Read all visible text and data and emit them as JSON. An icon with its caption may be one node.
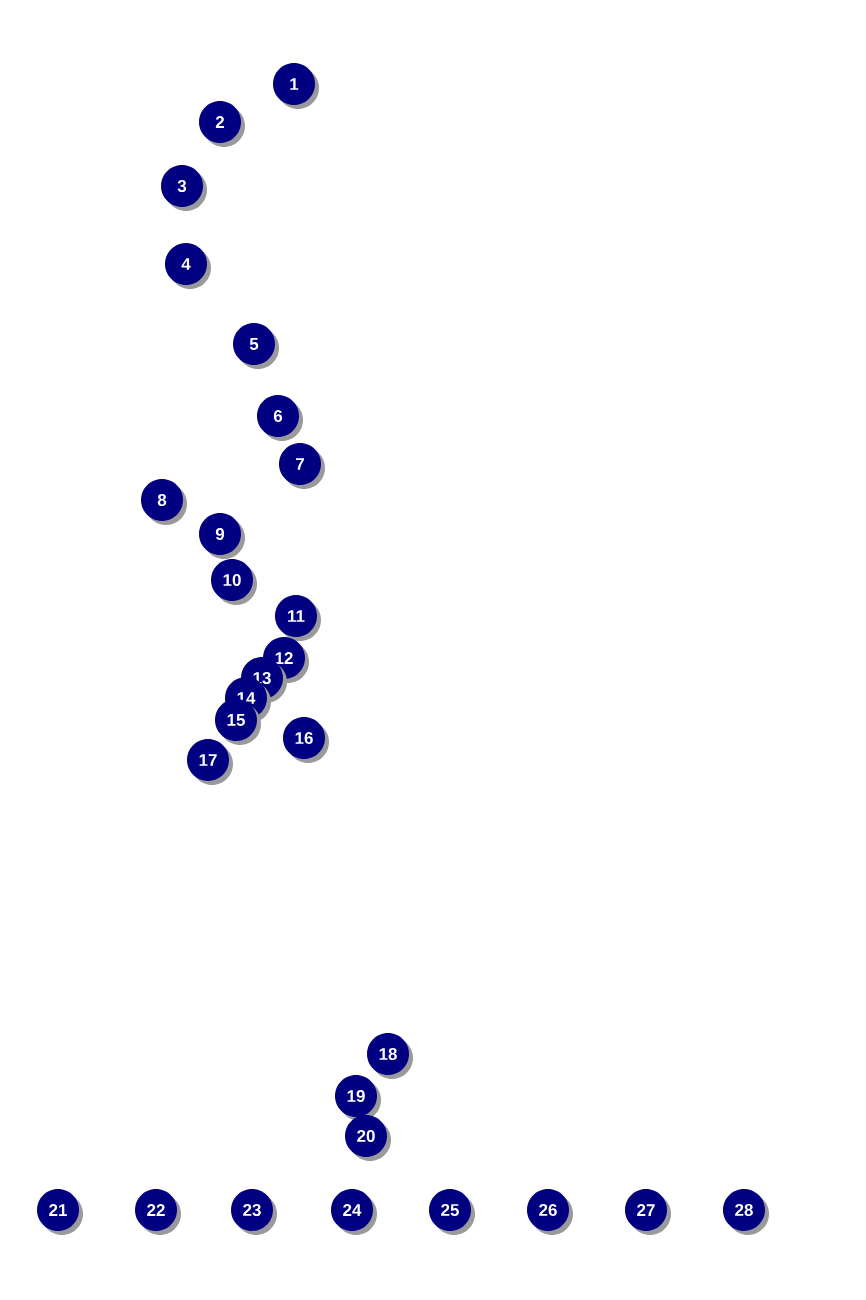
{
  "diagram": {
    "nodes": [
      {
        "text": [
          "1"
        ]
      },
      {
        "text": [
          "2"
        ]
      },
      {
        "text": [
          "3"
        ]
      },
      {
        "text": [
          "4"
        ]
      },
      {
        "text": [
          "5"
        ]
      },
      {
        "text": [
          "6"
        ]
      },
      {
        "text": [
          "7"
        ]
      },
      {
        "text": [
          "8"
        ]
      },
      {
        "text": [
          "9"
        ]
      },
      {
        "text": [
          "10"
        ]
      },
      {
        "text": [
          "11"
        ]
      },
      {
        "text": [
          "12"
        ]
      },
      {
        "text": [
          "13"
        ]
      },
      {
        "text": [
          "14"
        ]
      },
      {
        "text": [
          "15"
        ]
      },
      {
        "text": [
          "16"
        ]
      },
      {
        "text": [
          "17"
        ]
      },
      {
        "text": [
          "18"
        ]
      },
      {
        "text": [
          "19"
        ]
      },
      {
        "text": [
          "20"
        ]
      },
      {
        "text": [
          "21"
        ]
      },
      {
        "text": [
          "22"
        ]
      },
      {
        "text": [
          "23"
        ]
      },
      {
        "text": [
          "24"
        ]
      },
      {
        "text": [
          "25"
        ]
      },
      {
        "text": [
          "26"
        ]
      },
      {
        "text": [
          "27"
        ]
      },
      {
        "text": [
          "28"
        ]
      }
    ]
  }
}
